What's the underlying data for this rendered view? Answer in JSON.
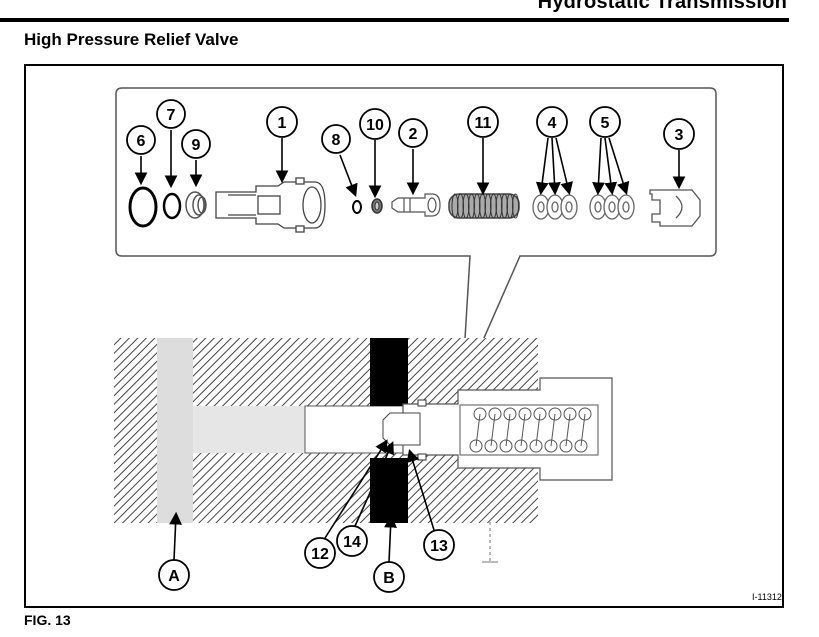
{
  "header": {
    "section_title": "Hydrostatic Transmission",
    "subtitle": "High Pressure Relief Valve"
  },
  "figure": {
    "label": "FIG. 13",
    "image_id": "I-11312",
    "callouts_exploded": [
      {
        "id": "6"
      },
      {
        "id": "7"
      },
      {
        "id": "9"
      },
      {
        "id": "1"
      },
      {
        "id": "8"
      },
      {
        "id": "10"
      },
      {
        "id": "2"
      },
      {
        "id": "11"
      },
      {
        "id": "4"
      },
      {
        "id": "5"
      },
      {
        "id": "3"
      }
    ],
    "callouts_section": [
      {
        "id": "12"
      },
      {
        "id": "14"
      },
      {
        "id": "13"
      },
      {
        "id": "A"
      },
      {
        "id": "B"
      }
    ]
  }
}
